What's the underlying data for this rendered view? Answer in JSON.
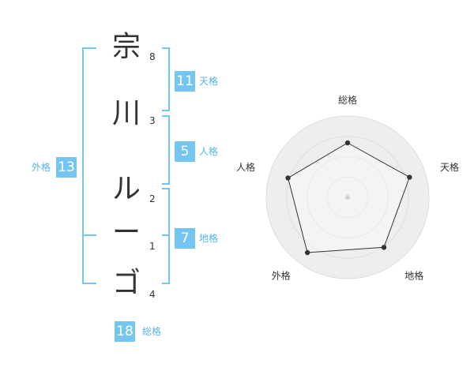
{
  "name_chars": [
    {
      "char": "宗",
      "strokes": "8"
    },
    {
      "char": "川",
      "strokes": "3"
    },
    {
      "char": "ル",
      "strokes": "2"
    },
    {
      "char": "ー",
      "strokes": "1"
    },
    {
      "char": "ゴ",
      "strokes": "4"
    }
  ],
  "fortune": {
    "tenkaku": {
      "value": "11",
      "label": "天格"
    },
    "jinkaku": {
      "value": "5",
      "label": "人格"
    },
    "chikaku": {
      "value": "7",
      "label": "地格"
    },
    "gaikaku": {
      "value": "13",
      "label": "外格"
    },
    "soukaku": {
      "value": "18",
      "label": "総格"
    }
  },
  "colors": {
    "accent": "#74c5f2",
    "accent_text": "#55b4e6",
    "radar_fill": "#eeeeee",
    "radar_ring": "#dddddd",
    "radar_stroke": "#333333"
  },
  "chart_data": {
    "type": "radar",
    "axes": [
      "総格",
      "天格",
      "地格",
      "外格",
      "人格"
    ],
    "values": [
      0.67,
      0.8,
      0.76,
      0.84,
      0.77
    ],
    "rings": 4
  }
}
